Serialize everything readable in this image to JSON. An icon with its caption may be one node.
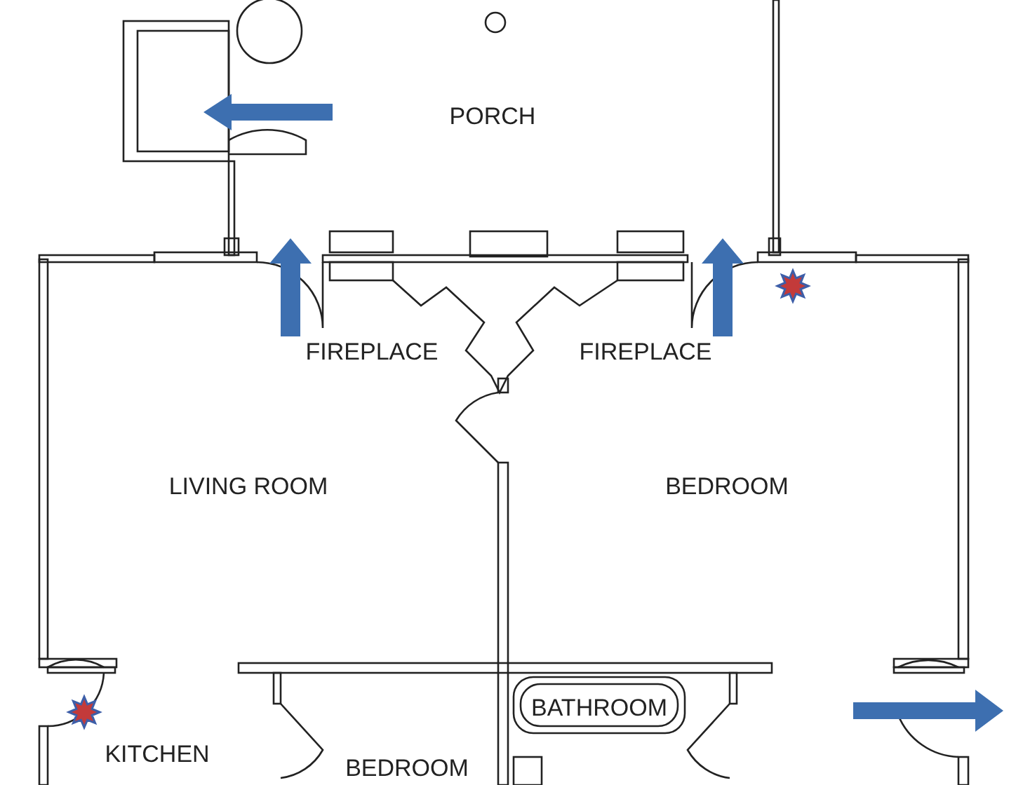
{
  "diagram": {
    "labels": [
      "PORCH",
      "FIREPLACE",
      "FIREPLACE",
      "LIVING ROOM",
      "BEDROOM",
      "BATHROOM",
      "KITCHEN",
      "BEDROOM"
    ]
  }
}
